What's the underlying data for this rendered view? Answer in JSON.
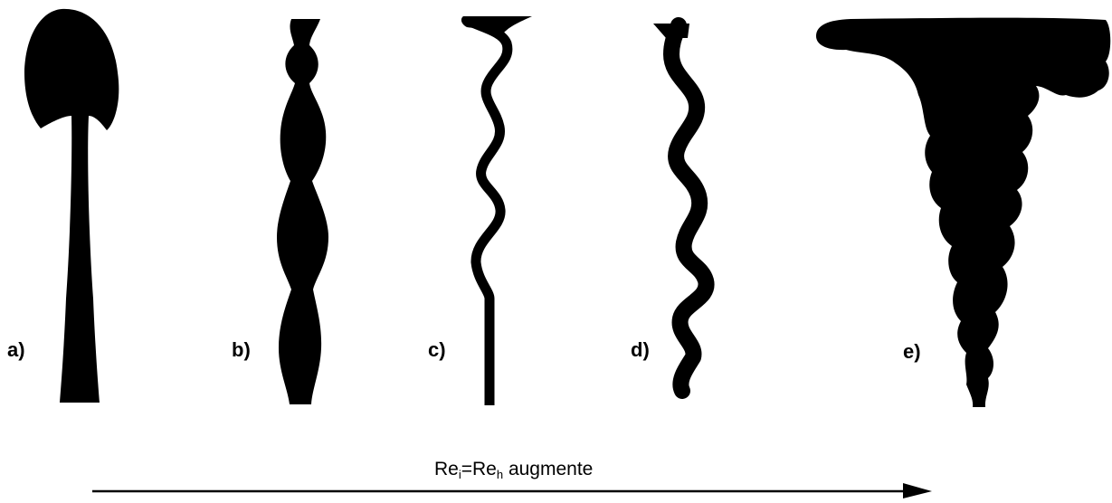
{
  "panels": [
    {
      "id": "a",
      "label": "a)",
      "shape": "laminar-jet-with-mushroom-head"
    },
    {
      "id": "b",
      "label": "b)",
      "shape": "varicose-jet"
    },
    {
      "id": "c",
      "label": "c)",
      "shape": "sinuous-jet"
    },
    {
      "id": "d",
      "label": "d)",
      "shape": "wavy-jet"
    },
    {
      "id": "e",
      "label": "e)",
      "shape": "turbulent-plume"
    }
  ],
  "caption": {
    "re_i": "Re",
    "sub_i": "i",
    "equals": "=",
    "re_h": "Re",
    "sub_h": "h",
    "tail": " augmente"
  },
  "colors": {
    "ink": "#000000",
    "background": "#ffffff"
  }
}
